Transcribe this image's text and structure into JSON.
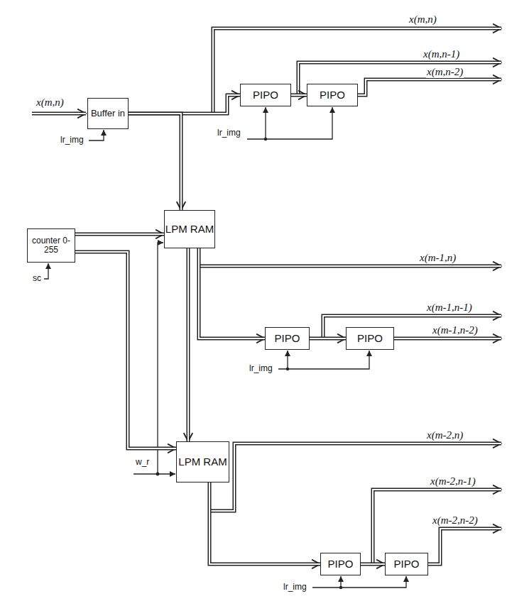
{
  "diagram": {
    "nodes": [
      {
        "text": [
          "Buffer in"
        ]
      },
      {
        "text": [
          "PIPO"
        ]
      },
      {
        "text": [
          "PIPO"
        ]
      },
      {
        "text": [
          "LPM RAM"
        ]
      },
      {
        "text": [
          "counter 0-255"
        ]
      },
      {
        "text": [
          "PIPO"
        ]
      },
      {
        "text": [
          "PIPO"
        ]
      },
      {
        "text": [
          "LPM RAM"
        ]
      },
      {
        "text": [
          "PIPO"
        ]
      },
      {
        "text": [
          "PIPO"
        ]
      }
    ],
    "edges": [
      {
        "from": 0,
        "to": 1,
        "arrow": "to"
      },
      {
        "from": 1,
        "to": 2,
        "arrow": "to"
      },
      {
        "from": 0,
        "to": 3,
        "arrow": "to"
      },
      {
        "from": 4,
        "to": 3,
        "arrow": "to"
      },
      {
        "from": 4,
        "to": 7,
        "arrow": "to"
      },
      {
        "from": 3,
        "to": 5,
        "arrow": "to"
      },
      {
        "from": 5,
        "to": 6,
        "arrow": "to"
      },
      {
        "from": 3,
        "to": 7,
        "arrow": "to"
      },
      {
        "from": 7,
        "to": 8,
        "arrow": "to"
      },
      {
        "from": 8,
        "to": 9,
        "arrow": "to"
      }
    ],
    "labels": [
      "x(m,n)",
      "lr_img",
      "x(m,n)",
      "x(m,n-1)",
      "x(m,n-2)",
      "lr_img",
      "sc",
      "x(m-1,n)",
      "x(m-1,n-1)",
      "x(m-1,n-2)",
      "lr_img",
      "w_r",
      "x(m-2,n)",
      "x(m-2,n-1)",
      "x(m-2,n-2)",
      "lr_img"
    ]
  }
}
